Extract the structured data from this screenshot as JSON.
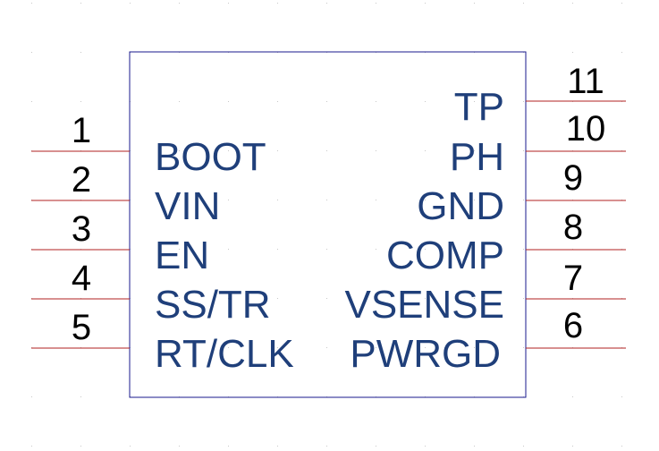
{
  "component": {
    "left_pins": [
      {
        "number": "1",
        "label": "BOOT"
      },
      {
        "number": "2",
        "label": "VIN"
      },
      {
        "number": "3",
        "label": "EN"
      },
      {
        "number": "4",
        "label": "SS/TR"
      },
      {
        "number": "5",
        "label": "RT/CLK"
      }
    ],
    "right_pins": [
      {
        "number": "11",
        "label": "TP"
      },
      {
        "number": "10",
        "label": "PH"
      },
      {
        "number": "9",
        "label": "GND"
      },
      {
        "number": "8",
        "label": "COMP"
      },
      {
        "number": "7",
        "label": "VSENSE"
      },
      {
        "number": "6",
        "label": "PWRGD"
      }
    ]
  },
  "colors": {
    "body_outline": "#1a1a8c",
    "pin_line": "#b22222",
    "label": "#1f3f7a",
    "pin_number": "#000000",
    "grid_dot": "#c8c8c8"
  }
}
